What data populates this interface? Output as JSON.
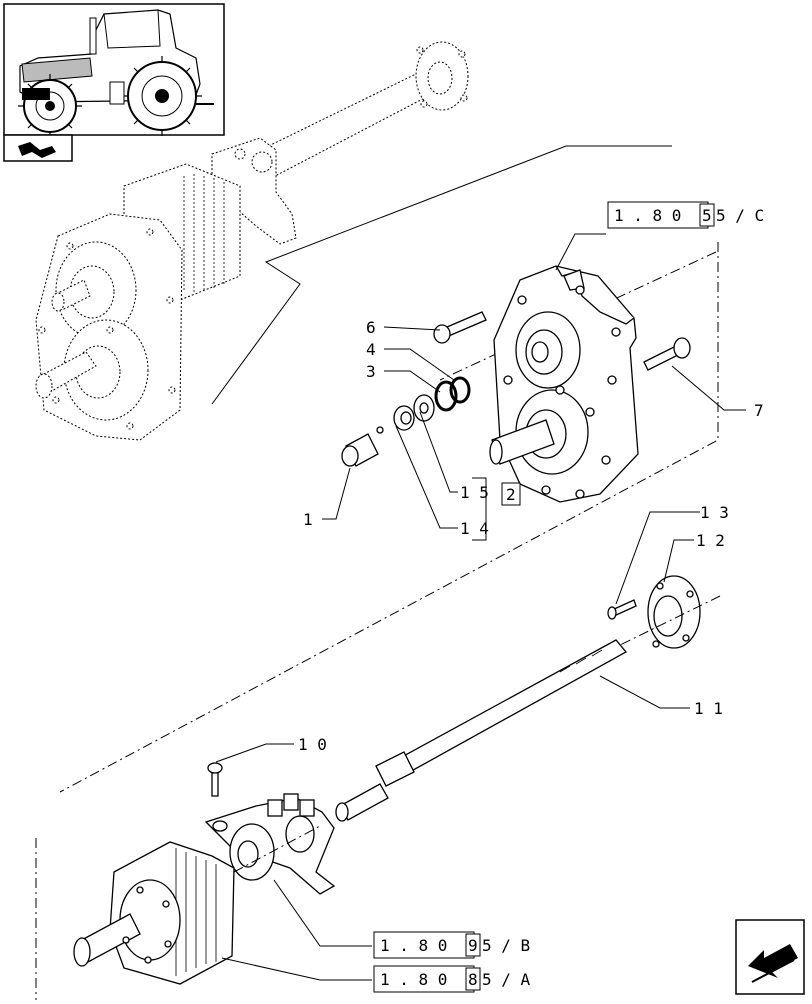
{
  "callouts": [
    {
      "id": "1",
      "label": "1"
    },
    {
      "id": "3",
      "label": "3"
    },
    {
      "id": "4",
      "label": "4"
    },
    {
      "id": "6",
      "label": "6"
    },
    {
      "id": "7",
      "label": "7"
    },
    {
      "id": "10",
      "label": "1 0"
    },
    {
      "id": "11",
      "label": "1 1"
    },
    {
      "id": "12",
      "label": "1 2"
    },
    {
      "id": "13",
      "label": "1 3"
    },
    {
      "id": "14",
      "label": "1 4"
    },
    {
      "id": "15",
      "label": "1 5"
    },
    {
      "id": "ref2",
      "label": "2"
    }
  ],
  "references": [
    {
      "id": "c",
      "prefix": "1 . 8 0",
      "boxed": "5",
      "suffix": "5 / C"
    },
    {
      "id": "b",
      "prefix": "1 . 8 0",
      "boxed": "9",
      "suffix": "5 / B"
    },
    {
      "id": "a",
      "prefix": "1 . 8 0",
      "boxed": "8",
      "suffix": "5 / A"
    }
  ],
  "icons": {
    "thumbnail": "tractor-thumbnail-icon",
    "tab": "page-back-icon",
    "nav": "previous-page-arrow-icon"
  }
}
